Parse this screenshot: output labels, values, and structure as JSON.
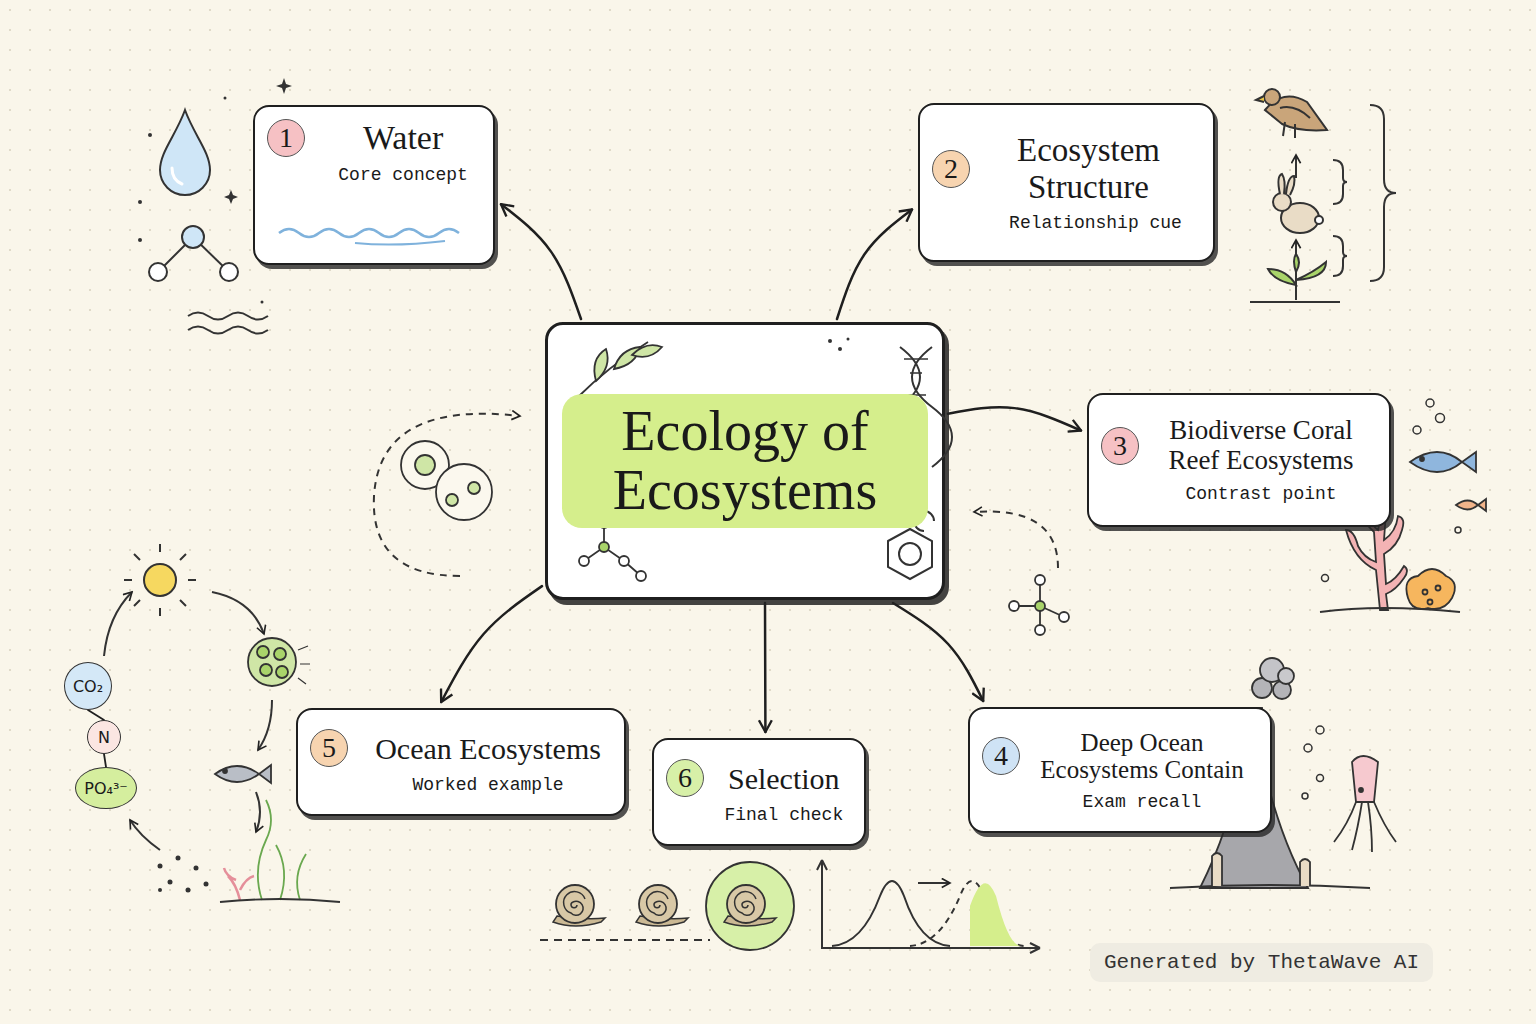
{
  "diagram": {
    "nodes": [
      {
        "text": [
          "Ecology of Ecosystems"
        ]
      },
      {
        "text": [
          "1",
          "Water",
          "Core concept"
        ]
      },
      {
        "text": [
          "2",
          "Ecosystem Structure",
          "Relationship cue"
        ]
      },
      {
        "text": [
          "3",
          "Biodiverse Coral Reef Ecosystems",
          "Contrast point"
        ]
      },
      {
        "text": [
          "4",
          "Deep Ocean Ecosystems Contain",
          "Exam recall"
        ]
      },
      {
        "text": [
          "5",
          "Ocean Ecosystems",
          "Worked example"
        ]
      },
      {
        "text": [
          "6",
          "Selection",
          "Final check"
        ]
      },
      {
        "text": [
          "CO₂"
        ]
      },
      {
        "text": [
          "N"
        ]
      },
      {
        "text": [
          "PO₄³⁻"
        ]
      }
    ],
    "edges": [
      {
        "from": 0,
        "to": 1,
        "arrow": "to"
      },
      {
        "from": 0,
        "to": 2,
        "arrow": "to"
      },
      {
        "from": 0,
        "to": 3,
        "arrow": "to"
      },
      {
        "from": 0,
        "to": 4,
        "arrow": "to"
      },
      {
        "from": 0,
        "to": 6,
        "arrow": "to"
      },
      {
        "from": 0,
        "to": 5,
        "arrow": "to"
      },
      {
        "from": 8,
        "to": 7,
        "arrow": "none"
      },
      {
        "from": 8,
        "to": 9,
        "arrow": "none"
      }
    ],
    "labels": [
      "Generated by ThetaWave AI"
    ]
  }
}
